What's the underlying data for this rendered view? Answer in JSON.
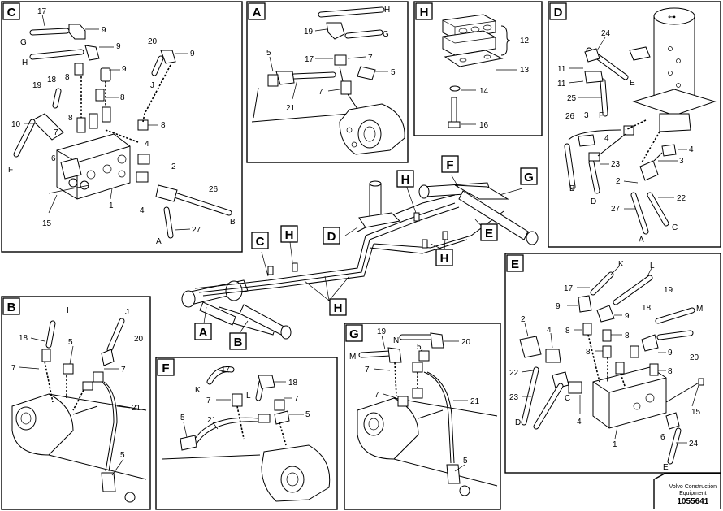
{
  "panels": {
    "C": "C",
    "A": "A",
    "H": "H",
    "D": "D",
    "B": "B",
    "F": "F",
    "G": "G",
    "E": "E"
  },
  "overview_tags": [
    "C",
    "H",
    "D",
    "H",
    "H",
    "F",
    "G",
    "E",
    "H",
    "H",
    "A",
    "B"
  ],
  "callouts": {
    "c": [
      "17",
      "9",
      "G",
      "9",
      "H",
      "19",
      "18",
      "8",
      "9",
      "20",
      "9",
      "J",
      "8",
      "10",
      "8",
      "8",
      "7",
      "6",
      "F",
      "4",
      "1",
      "2",
      "26",
      "15",
      "4",
      "27",
      "A",
      "B"
    ],
    "a": [
      "H",
      "19",
      "G",
      "5",
      "17",
      "7",
      "5",
      "7",
      "21"
    ],
    "h": [
      "12",
      "13",
      "14",
      "16"
    ],
    "d": [
      "24",
      "11",
      "E",
      "11",
      "25",
      "F",
      "26",
      "3",
      "4",
      "4",
      "23",
      "3",
      "B",
      "D",
      "2",
      "22",
      "27",
      "C",
      "A"
    ],
    "b": [
      "I",
      "J",
      "18",
      "20",
      "5",
      "7",
      "7",
      "21",
      "5"
    ],
    "f": [
      "K",
      "17",
      "18",
      "7",
      "L",
      "7",
      "5",
      "21",
      "5"
    ],
    "g": [
      "19",
      "N",
      "M",
      "20",
      "5",
      "7",
      "7",
      "21",
      "5"
    ],
    "e": [
      "K",
      "L",
      "17",
      "19",
      "9",
      "M",
      "18",
      "9",
      "2",
      "4",
      "8",
      "8",
      "8",
      "9",
      "22",
      "20",
      "8",
      "C",
      "23",
      "D",
      "4",
      "15",
      "1",
      "6",
      "24",
      "E"
    ]
  },
  "footer": {
    "company_line1": "Volvo Construction",
    "company_line2": "Equipment",
    "doc_number": "1055641"
  },
  "colors": {
    "line": "#000000",
    "background": "#ffffff"
  }
}
